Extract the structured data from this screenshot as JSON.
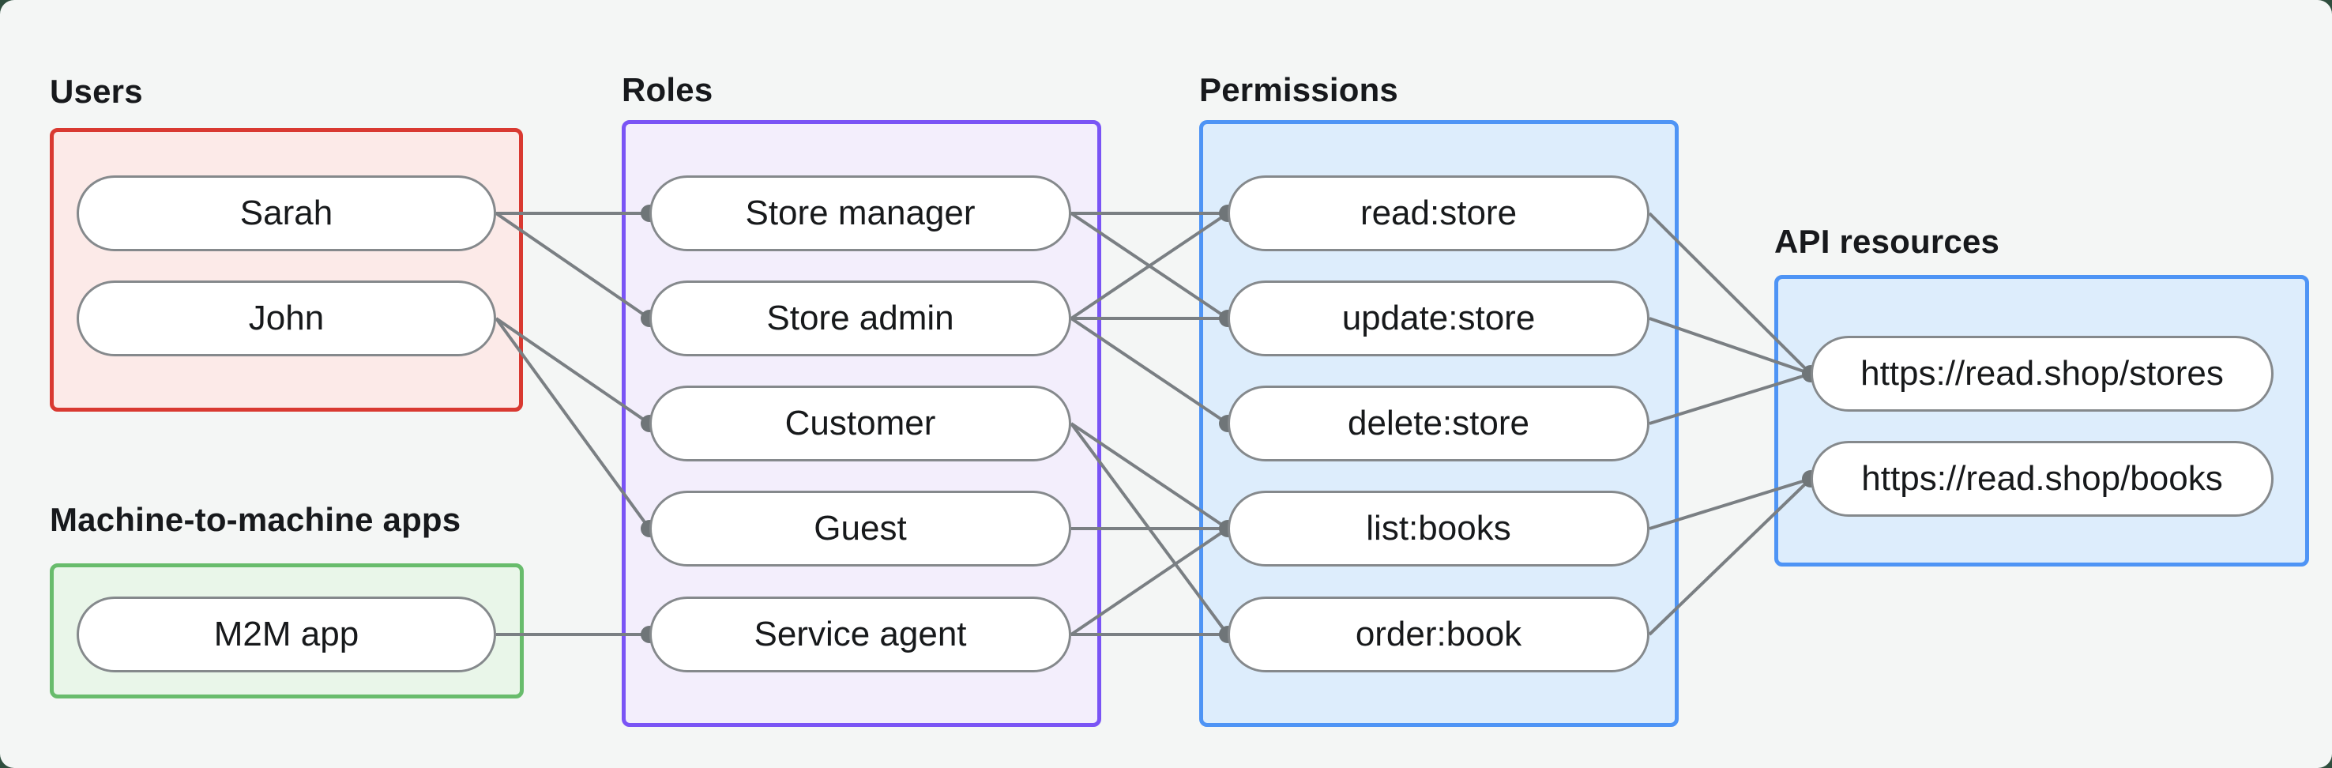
{
  "diagram_title": "Role-based access control diagram",
  "style": {
    "outer_background": "#2f4e3e",
    "panel_background": "#f4f6f5",
    "line_color": "#7a7f83",
    "dot_color": "#6f7578",
    "pill_border_color": "#85898c",
    "pill_fill_color": "#ffffff",
    "text_color": "#17191b",
    "title_color": "#17191c"
  },
  "groups": [
    {
      "id": "users",
      "title": "Users",
      "border_color": "#d93931",
      "fill_color": "#fceae8",
      "items": [
        {
          "id": "sarah",
          "label": "Sarah"
        },
        {
          "id": "john",
          "label": "John"
        }
      ]
    },
    {
      "id": "m2m",
      "title": "Machine-to-machine apps",
      "border_color": "#68bc6c",
      "fill_color": "#e9f6e9",
      "items": [
        {
          "id": "m2m-app",
          "label": "M2M app"
        }
      ]
    },
    {
      "id": "roles",
      "title": "Roles",
      "border_color": "#7a54f5",
      "fill_color": "#f3eefc",
      "items": [
        {
          "id": "store-manager",
          "label": "Store manager"
        },
        {
          "id": "store-admin",
          "label": "Store admin"
        },
        {
          "id": "customer",
          "label": "Customer"
        },
        {
          "id": "guest",
          "label": "Guest"
        },
        {
          "id": "service-agent",
          "label": "Service agent"
        }
      ]
    },
    {
      "id": "permissions",
      "title": "Permissions",
      "border_color": "#4e94f5",
      "fill_color": "#ddedfc",
      "items": [
        {
          "id": "read-store",
          "label": "read:store"
        },
        {
          "id": "update-store",
          "label": "update:store"
        },
        {
          "id": "delete-store",
          "label": "delete:store"
        },
        {
          "id": "list-books",
          "label": "list:books"
        },
        {
          "id": "order-book",
          "label": "order:book"
        }
      ]
    },
    {
      "id": "api-resources",
      "title": "API resources",
      "border_color": "#4e94f5",
      "fill_color": "#ddedfc",
      "items": [
        {
          "id": "stores",
          "label": "https://read.shop/stores"
        },
        {
          "id": "books",
          "label": "https://read.shop/books"
        }
      ]
    }
  ],
  "connections": [
    [
      "sarah",
      "store-manager"
    ],
    [
      "sarah",
      "store-admin"
    ],
    [
      "john",
      "customer"
    ],
    [
      "john",
      "guest"
    ],
    [
      "m2m-app",
      "service-agent"
    ],
    [
      "store-manager",
      "read-store"
    ],
    [
      "store-manager",
      "update-store"
    ],
    [
      "store-admin",
      "read-store"
    ],
    [
      "store-admin",
      "update-store"
    ],
    [
      "store-admin",
      "delete-store"
    ],
    [
      "customer",
      "list-books"
    ],
    [
      "customer",
      "order-book"
    ],
    [
      "guest",
      "list-books"
    ],
    [
      "service-agent",
      "list-books"
    ],
    [
      "service-agent",
      "order-book"
    ],
    [
      "read-store",
      "stores"
    ],
    [
      "update-store",
      "stores"
    ],
    [
      "delete-store",
      "stores"
    ],
    [
      "list-books",
      "books"
    ],
    [
      "order-book",
      "books"
    ]
  ]
}
